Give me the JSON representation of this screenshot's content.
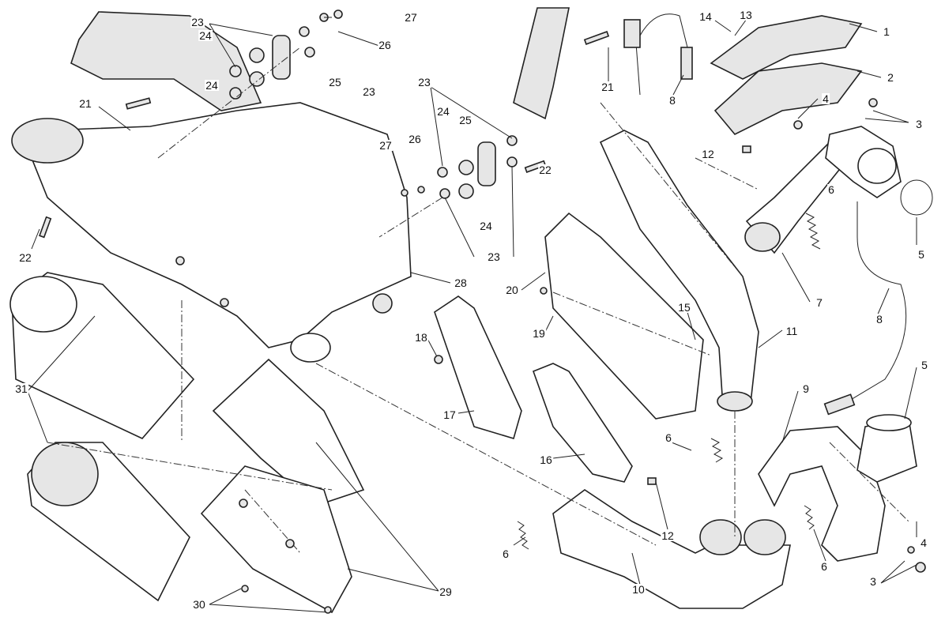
{
  "title": "Exhaust system exploded parts diagram",
  "callouts": [
    "27",
    "26",
    "23",
    "24",
    "25",
    "23",
    "24",
    "21",
    "22",
    "23",
    "24",
    "25",
    "27",
    "26",
    "22",
    "24",
    "23",
    "28",
    "21",
    "8",
    "14",
    "13",
    "1",
    "2",
    "4",
    "3",
    "12",
    "6",
    "5",
    "7",
    "11",
    "8",
    "5",
    "9",
    "20",
    "19",
    "15",
    "18",
    "17",
    "16",
    "6",
    "12",
    "6",
    "10",
    "6",
    "4",
    "3",
    "31",
    "30",
    "29"
  ]
}
